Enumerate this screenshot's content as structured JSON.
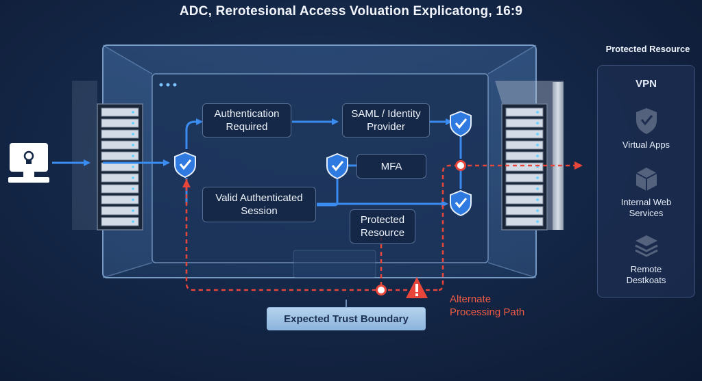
{
  "title": "ADC, Rerotesional Aᴄcess Voluation Explicatong, 16:9",
  "flow": {
    "auth_required": "Authentication\nRequired",
    "saml_provider": "SAML / Identity\nProvider",
    "mfa": "MFA",
    "valid_session": "Valid Authenticated\nSession",
    "protected_resource": "Protected\nResource"
  },
  "trust_boundary_label": "Expected Trust Boundary",
  "alternate_path_label": "Alternate\nProcessing Path",
  "resources": {
    "title": "Protected Resource",
    "items": [
      {
        "label": "VPN",
        "icon": "none"
      },
      {
        "label": "Virtual Apps",
        "icon": "shield-check-icon"
      },
      {
        "label": "Internal Web\nServices",
        "icon": "cube-icon"
      },
      {
        "label": "Remote\nDestkoats",
        "icon": "layers-icon"
      }
    ]
  },
  "colors": {
    "flow_blue": "#3b8cf0",
    "alt_red": "#e8463a",
    "shield_blue": "#2f7ae0"
  }
}
